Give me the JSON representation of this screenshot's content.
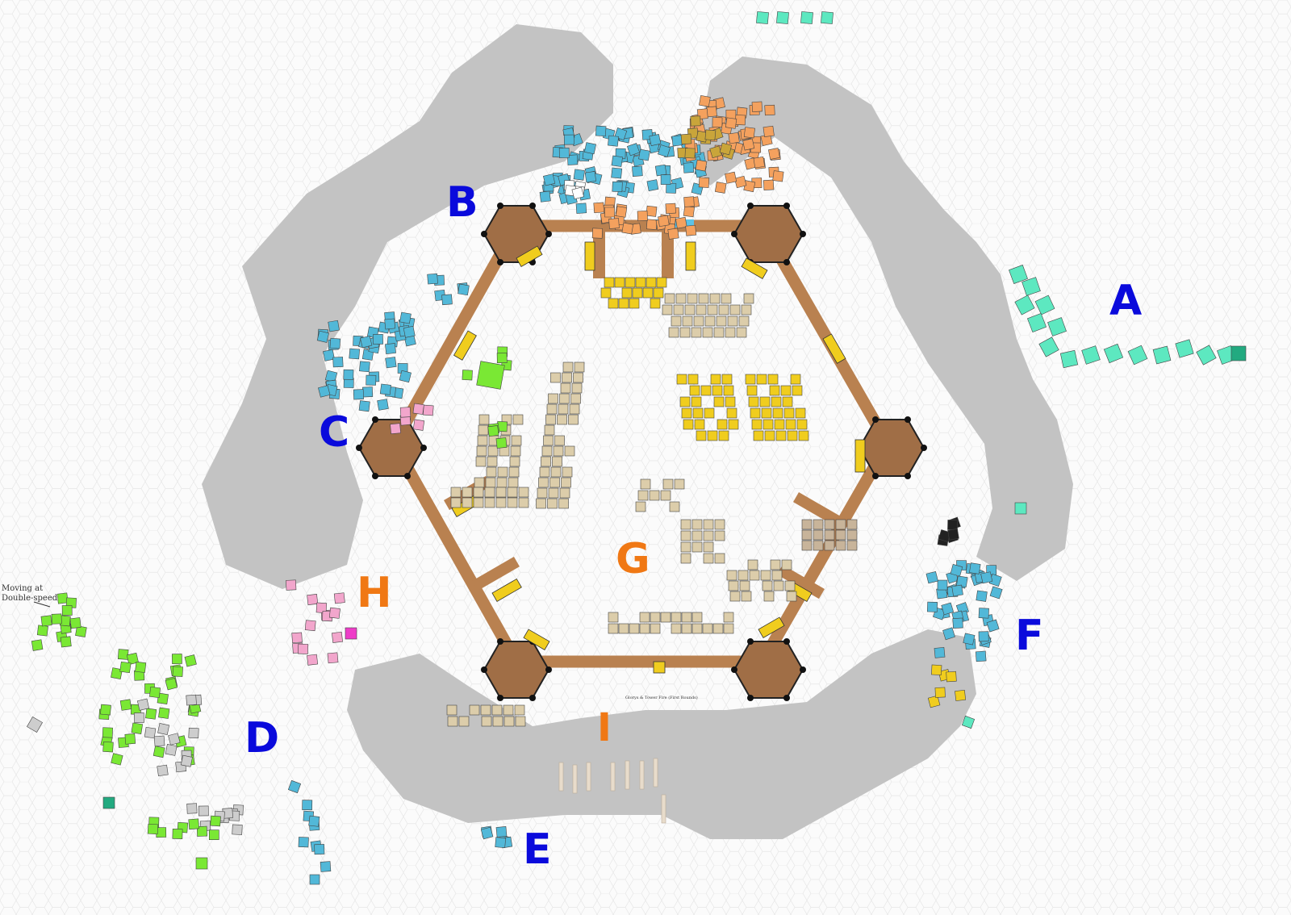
{
  "map": {
    "area_labels": [
      {
        "id": "A",
        "text": "A",
        "color": "#0a0adc"
      },
      {
        "id": "B",
        "text": "B",
        "color": "#0a0adc"
      },
      {
        "id": "C",
        "text": "C",
        "color": "#0a0adc"
      },
      {
        "id": "D",
        "text": "D",
        "color": "#0a0adc"
      },
      {
        "id": "E",
        "text": "E",
        "color": "#0a0adc"
      },
      {
        "id": "F",
        "text": "F",
        "color": "#0a0adc"
      },
      {
        "id": "G",
        "text": "G",
        "color": "#f07814"
      },
      {
        "id": "H",
        "text": "H",
        "color": "#f07814"
      },
      {
        "id": "I",
        "text": "I",
        "color": "#f07814"
      }
    ],
    "annotations": {
      "moving_note_line1": "Moving at",
      "moving_note_line2": "Double-speed",
      "wall_note": "Glorys & Tower Fire (First Rounds)"
    },
    "colors": {
      "rock": "#c3c3c3",
      "wall": "#b98150",
      "tower": "#a06e46",
      "teal": "#5de8c0",
      "cyan": "#52b8d8",
      "orange": "#f4a15e",
      "tan": "#dccdaa",
      "yellow": "#f0cd1e",
      "green": "#7ae834",
      "pink": "#f2a6cc",
      "grey": "#cdcdcd"
    }
  }
}
